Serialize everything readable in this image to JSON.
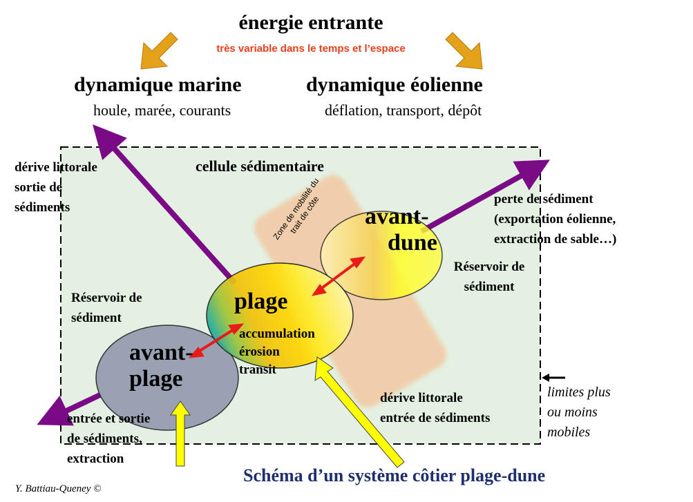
{
  "top": {
    "energy_title": "énergie entrante",
    "energy_subtitle": "très variable dans le temps et l’espace"
  },
  "marine": {
    "title": "dynamique marine",
    "subtitle": "houle, marée, courants"
  },
  "eolian": {
    "title": "dynamique éolienne",
    "subtitle": "déflation, transport, dépôt"
  },
  "cell_label": "cellule sédimentaire",
  "left_drift": [
    "dérive littorale",
    "sortie de",
    "sédiments"
  ],
  "right_loss": [
    "perte de sédiment",
    "(exportation éolienne,",
    "extraction de sable…)"
  ],
  "reservoir_left": [
    "Réservoir de",
    "sédiment"
  ],
  "reservoir_right": [
    "Réservoir de",
    "sédiment"
  ],
  "zone_label": [
    "Zone de mobilité du",
    "trait de côte"
  ],
  "avant_dune": [
    "avant-",
    "dune"
  ],
  "plage": "plage",
  "plage_processes": [
    "accumulation",
    "érosion",
    "transit"
  ],
  "avant_plage": [
    "avant-",
    "plage"
  ],
  "bottom_drift": [
    "dérive littorale",
    "entrée de sédiments"
  ],
  "entry_exit": [
    "entrée et sortie",
    "de sédiments,",
    "extraction"
  ],
  "limits_note": [
    "limites plus",
    "ou moins",
    "mobiles"
  ],
  "caption": "Schéma d’un système côtier plage-dune",
  "copyright": "Y. Battiau-Queney ©",
  "colors": {
    "cell_fill": "#e3f0e2",
    "purple_arrow": "#7a0a86",
    "orange_arrow": "#e3a21a",
    "yellow_arrow": "#ffff00",
    "red_arrow": "#e81b1b",
    "zone_fill": "#f3c9a2",
    "avant_plage_fill": "#99a1b2",
    "caption_color": "#1f2f6e"
  },
  "icons": [
    "orange-arrow-left-icon",
    "orange-arrow-right-icon",
    "purple-arrow-icon",
    "yellow-arrow-icon",
    "red-double-arrow-icon",
    "small-left-arrow-icon"
  ]
}
